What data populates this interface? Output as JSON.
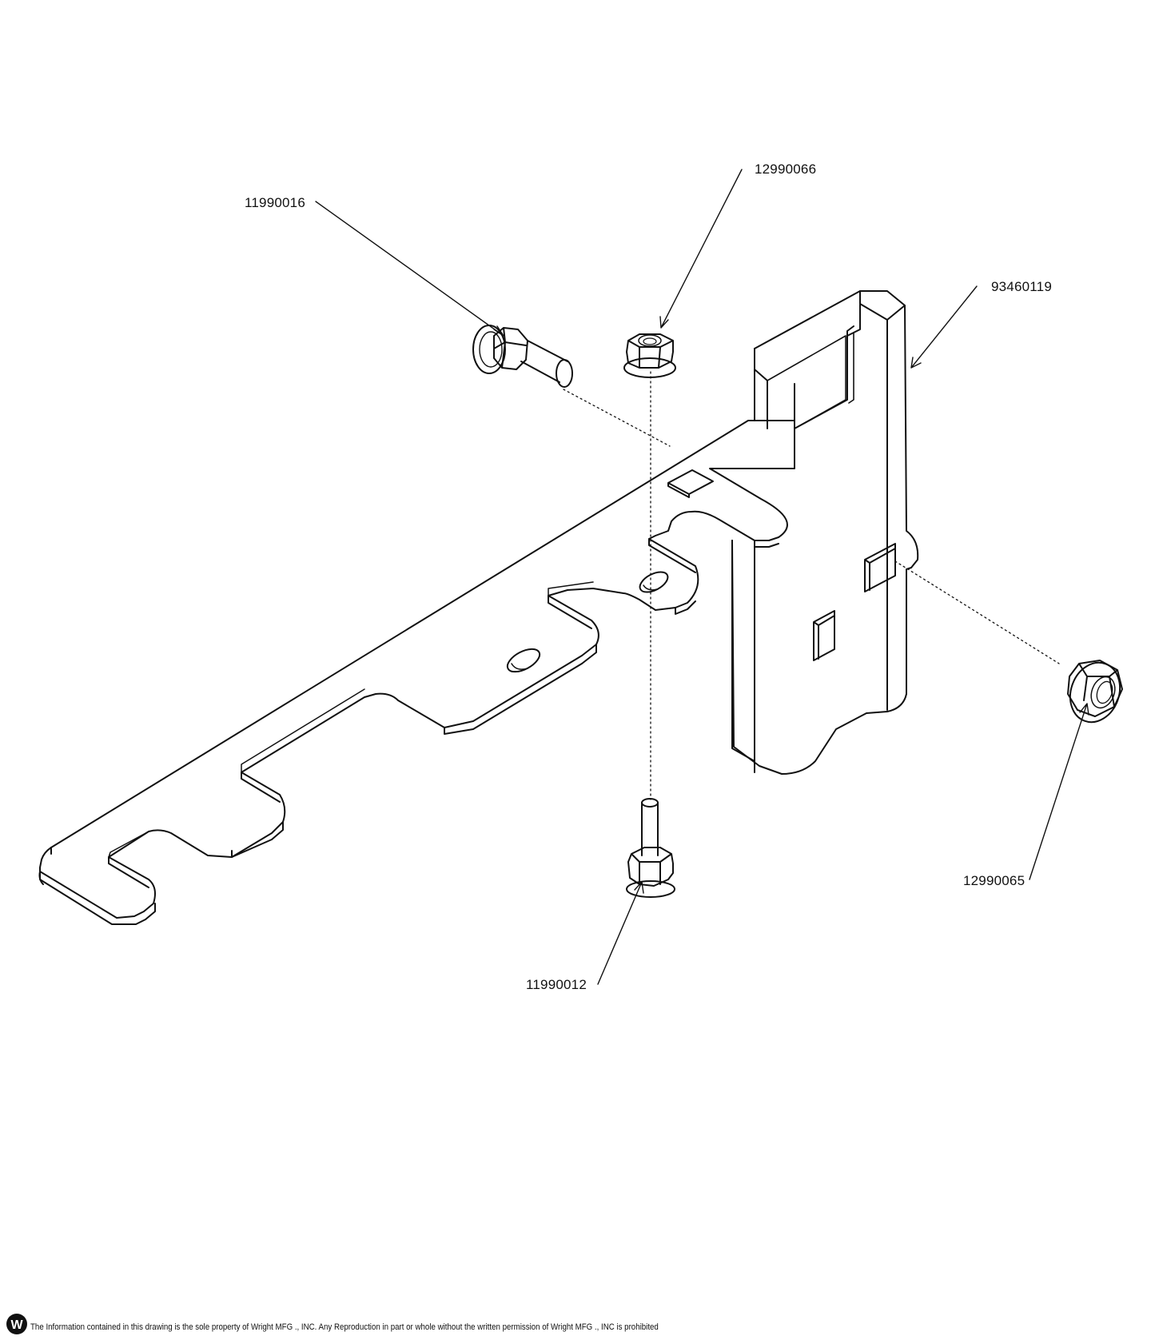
{
  "callouts": {
    "bolt_top": "11990016",
    "nut_top": "12990066",
    "bracket": "93460119",
    "nut_right": "12990065",
    "bolt_bottom": "11990012"
  },
  "footer": {
    "notice": "The Information contained in this drawing is the sole property of Wright MFG ., INC. Any Reproduction in part or whole without the written permission of Wright MFG ., INC is prohibited",
    "logo_letter": "W"
  },
  "colors": {
    "line": "#111111",
    "background": "#ffffff"
  }
}
